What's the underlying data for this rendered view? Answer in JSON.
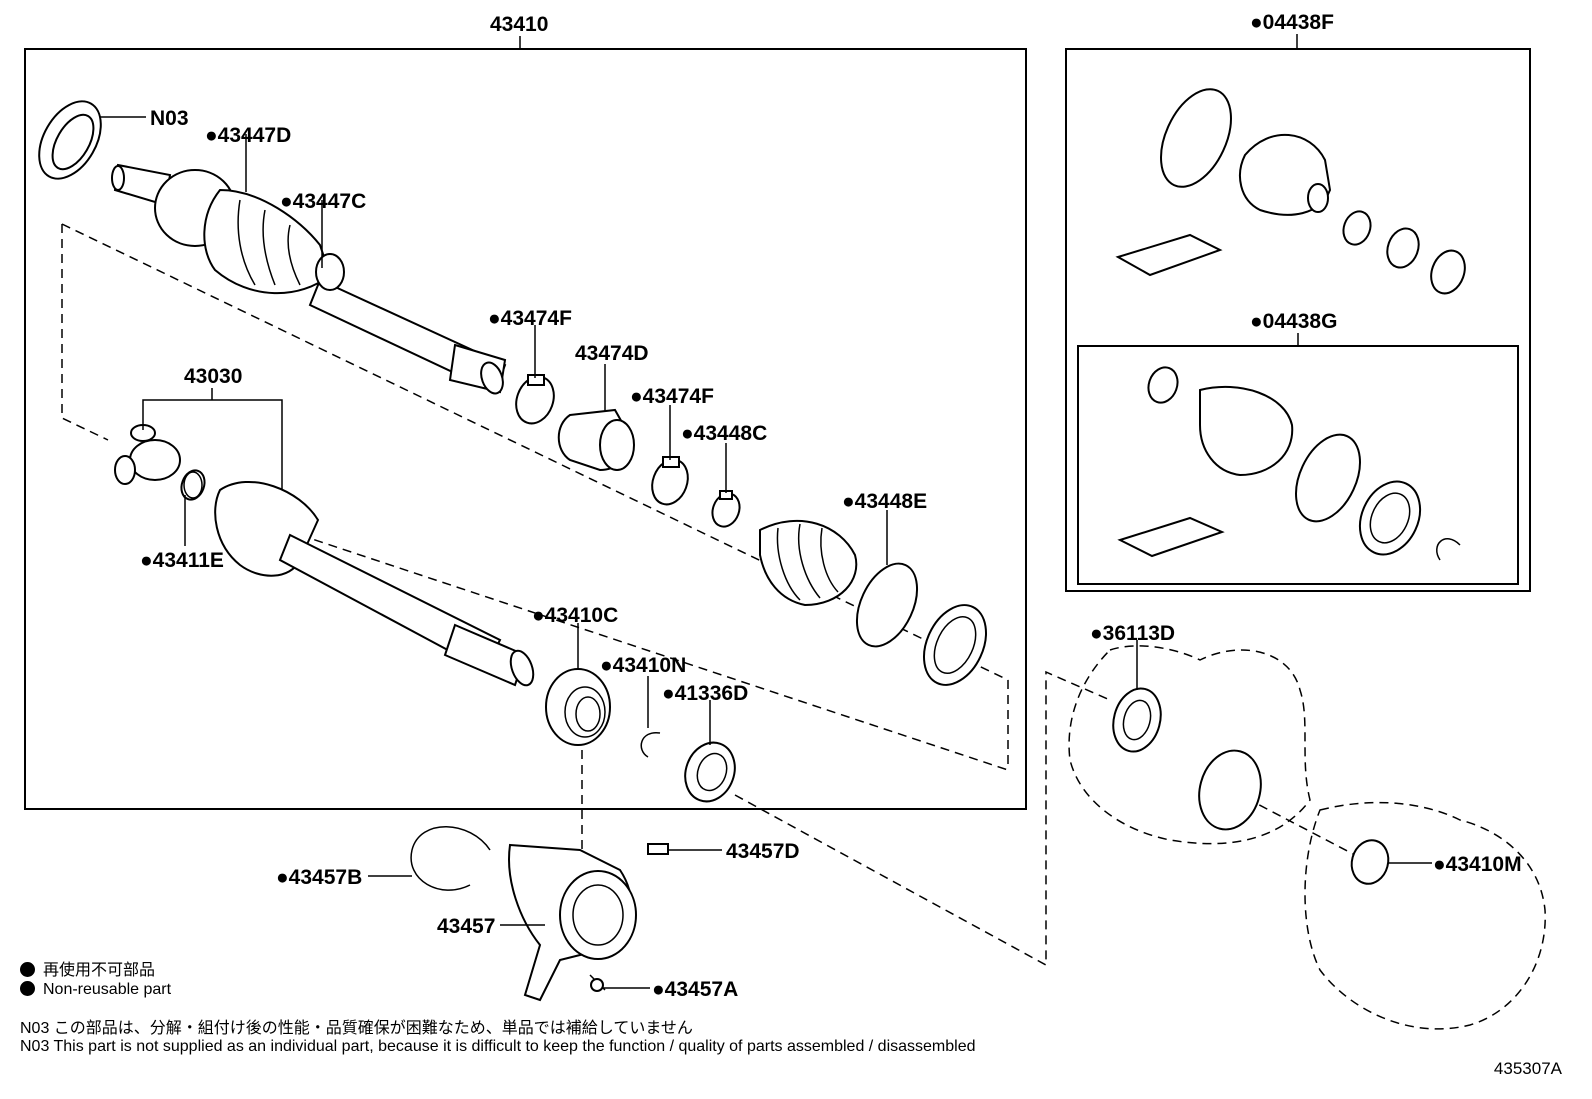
{
  "labels": {
    "l43410": "43410",
    "l04438F": "●04438F",
    "l04438G": "●04438G",
    "lN03": "N03",
    "l43447D": "●43447D",
    "l43447C": "●43447C",
    "l43474F_a": "●43474F",
    "l43474D": "43474D",
    "l43474F_b": "●43474F",
    "l43448C": "●43448C",
    "l43448E": "●43448E",
    "l43030": "43030",
    "l43411E": "●43411E",
    "l43410C": "●43410C",
    "l43410N": "●43410N",
    "l41336D": "●41336D",
    "l36113D": "●36113D",
    "l43410M": "●43410M",
    "l43457D": "43457D",
    "l43457B": "●43457B",
    "l43457": "43457",
    "l43457A": "●43457A"
  },
  "legend": {
    "jp_nonreusable": "再使用不可部品",
    "en_nonreusable": "Non-reusable part",
    "n03_jp": "N03 この部品は、分解・組付け後の性能・品質確保が困難なため、単品では補給していません",
    "n03_en": "N03 This part is not supplied as an  individual part, because it is difficult to keep the function / quality of parts assembled / disassembled"
  },
  "diagram_code": "435307A"
}
